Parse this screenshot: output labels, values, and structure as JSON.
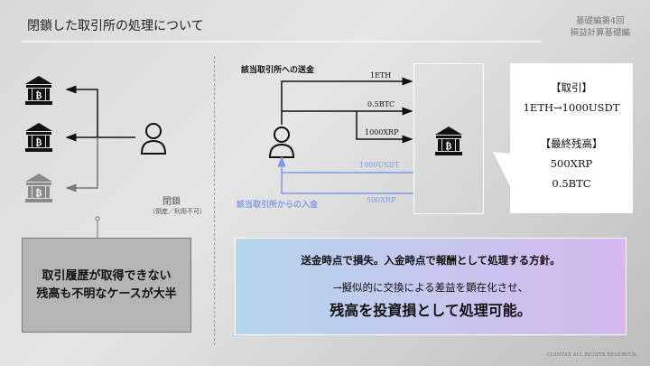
{
  "header": {
    "title": "閉鎖した取引所の処理について",
    "series_line1": "基礎編第4回",
    "series_line2": "損益計算基礎編"
  },
  "left": {
    "closed_label": "閉鎖",
    "closed_sub": "（倒産／利用不可）",
    "note_line1": "取引履歴が取得できない",
    "note_line2": "残高も不明なケースが大半"
  },
  "right": {
    "send_label": "該当取引所への送金",
    "receive_label": "該当取引所からの入金",
    "sends": [
      "1ETH",
      "0.5BTC",
      "1000XRP"
    ],
    "receives": [
      "1000USDT",
      "500XRP"
    ],
    "callout": {
      "trade_heading": "【取引】",
      "trade": "1ETH→1000USDT",
      "balance_heading": "【最終残高】",
      "balances": [
        "500XRP",
        "0.5BTC"
      ]
    }
  },
  "summary": {
    "line1": "送金時点で損失。入金時点で報酬として処理する方針。",
    "line2": "→擬似的に交換による差益を顕在化させ、",
    "line3": "残高を投資損として処理可能。"
  },
  "footer": "COINTAX ALL RIGHTS RESERVED.",
  "colors": {
    "blue": "#7f9be8",
    "dark": "#111111",
    "gray": "#8a8a8a"
  }
}
